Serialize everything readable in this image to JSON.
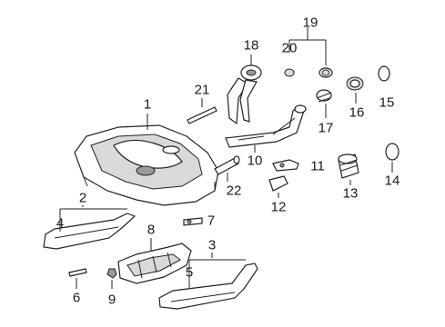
{
  "callouts": {
    "c1": "1",
    "c2": "2",
    "c3": "3",
    "c4": "4",
    "c5": "5",
    "c6": "6",
    "c7": "7",
    "c8": "8",
    "c9": "9",
    "c10": "10",
    "c11": "11",
    "c12": "12",
    "c13": "13",
    "c14": "14",
    "c15": "15",
    "c16": "16",
    "c17": "17",
    "c18": "18",
    "c19": "19",
    "c20": "20",
    "c21": "21",
    "c22": "22"
  },
  "colors": {
    "line": "#222222",
    "shade": "#d9d9d9",
    "background": "#ffffff"
  }
}
